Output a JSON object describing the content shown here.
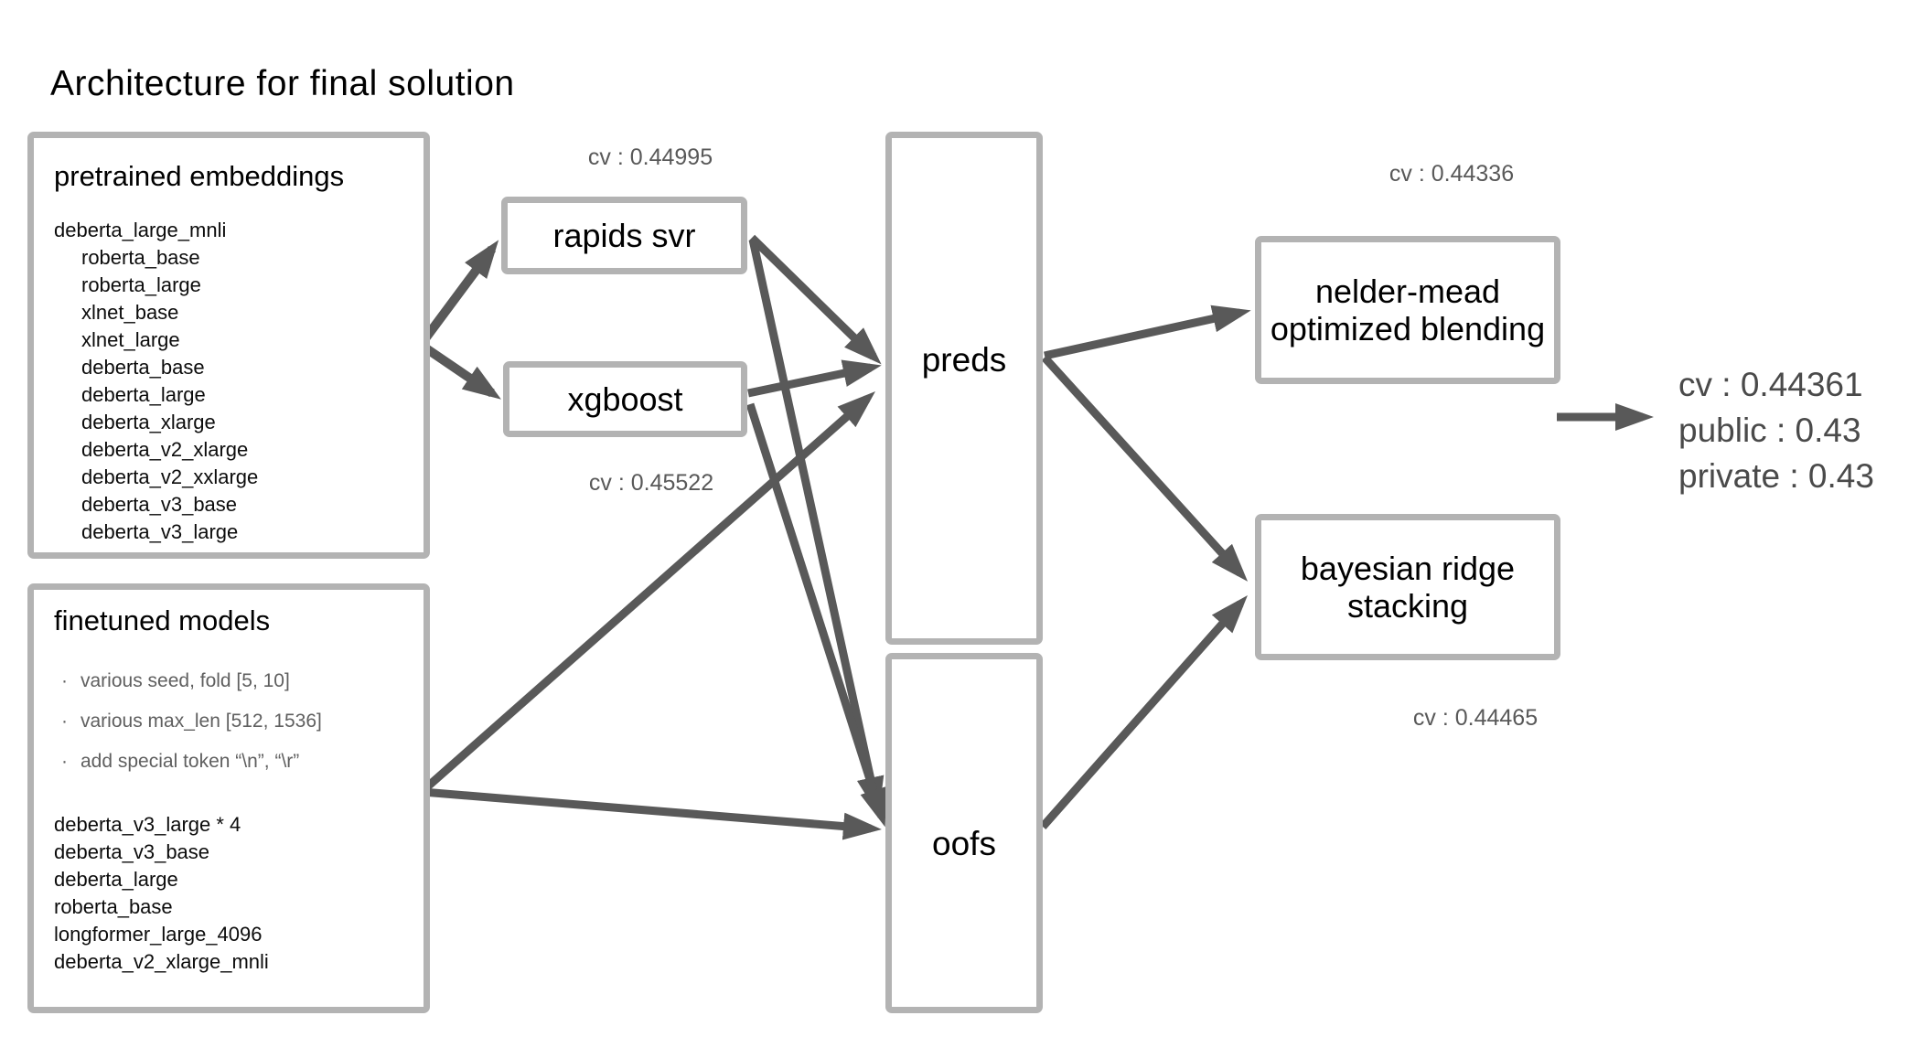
{
  "title": "Architecture for final solution",
  "colors": {
    "background": "#ffffff",
    "box_border": "#b3b3b3",
    "arrow": "#595959",
    "muted_text": "#595959",
    "bullet_text": "#5f5f5f",
    "result_text": "#4a4a4a",
    "label_text": "#000000"
  },
  "pretrained": {
    "heading": "pretrained embeddings",
    "models": [
      "deberta_large_mnli",
      "roberta_base",
      "roberta_large",
      "xlnet_base",
      "xlnet_large",
      "deberta_base",
      "deberta_large",
      "deberta_xlarge",
      "deberta_v2_xlarge",
      "deberta_v2_xxlarge",
      "deberta_v3_base",
      "deberta_v3_large"
    ]
  },
  "finetuned": {
    "heading": "finetuned models",
    "bullet_char": "·",
    "bullets": [
      "various seed, fold [5, 10]",
      "various max_len [512, 1536]",
      "add special token “\\n”, “\\r”"
    ],
    "models": [
      "deberta_v3_large * 4",
      "deberta_v3_base",
      "deberta_large",
      "roberta_base",
      "longformer_large_4096",
      "deberta_v2_xlarge_mnli"
    ]
  },
  "nodes": {
    "rapids_svr": {
      "label": "rapids svr",
      "cv": "cv : 0.44995"
    },
    "xgboost": {
      "label": "xgboost",
      "cv": "cv : 0.45522"
    },
    "preds": {
      "label": "preds"
    },
    "oofs": {
      "label": "oofs"
    },
    "nelder_mead": {
      "label": "nelder-mead optimized blending",
      "cv": "cv : 0.44336"
    },
    "bayesian_ridge": {
      "label": "bayesian ridge stacking",
      "cv": "cv : 0.44465"
    }
  },
  "result": {
    "lines": [
      "cv : 0.44361",
      "public : 0.43",
      "private : 0.43"
    ]
  }
}
